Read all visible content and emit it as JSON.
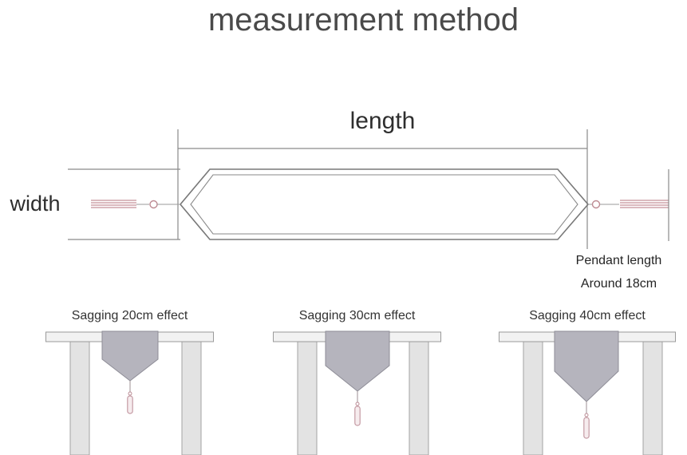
{
  "title": "measurement method",
  "diagram": {
    "length_label": "length",
    "width_label": "width",
    "pendant_line1": "Pendant length",
    "pendant_line2": "Around 18cm"
  },
  "figures": [
    {
      "caption": "Sagging 20cm effect"
    },
    {
      "caption": "Sagging 30cm effect"
    },
    {
      "caption": "Sagging 40cm effect"
    }
  ],
  "colors": {
    "title_text": "#4a4a4a",
    "diagram_line": "#8a8a8a",
    "tassel_accent": "#c59099",
    "runner_fill": "#b5b4bd",
    "table_fill": "#f2f2f2",
    "leg_fill": "#e3e3e3"
  }
}
